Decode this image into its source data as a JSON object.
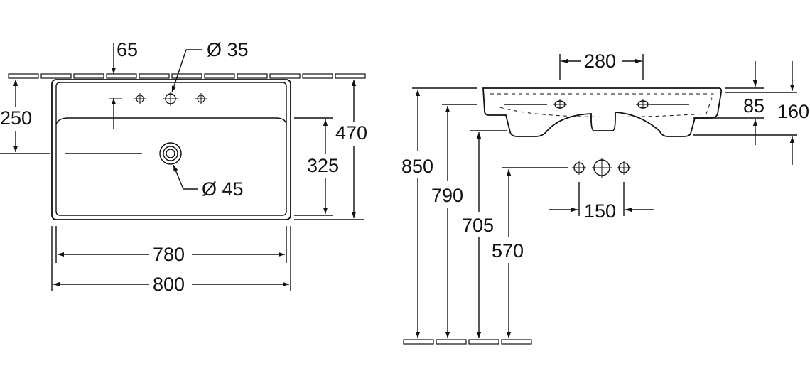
{
  "top_view": {
    "d_65": "65",
    "d_tap_hole": "Ø 35",
    "d_250": "250",
    "d_470": "470",
    "d_325": "325",
    "d_overflow": "Ø 45",
    "d_780": "780",
    "d_800": "800"
  },
  "side_view": {
    "d_280": "280",
    "d_85": "85",
    "d_160": "160",
    "d_850": "850",
    "d_790": "790",
    "d_705": "705",
    "d_570": "570",
    "d_150": "150"
  }
}
